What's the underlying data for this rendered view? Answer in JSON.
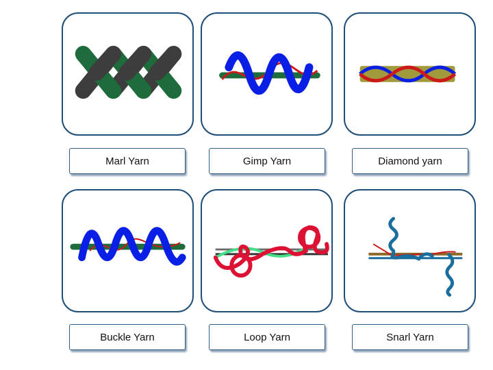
{
  "yarns": [
    {
      "label": "Marl Yarn"
    },
    {
      "label": "Gimp Yarn"
    },
    {
      "label": "Diamond yarn"
    },
    {
      "label": "Buckle Yarn"
    },
    {
      "label": "Loop Yarn"
    },
    {
      "label": "Snarl Yarn"
    }
  ],
  "colors": {
    "card_border": "#1f4e79",
    "green": "#1e6b3c",
    "dark_gray": "#3d3d3d",
    "blue": "#0a1fe6",
    "red": "#cc1a1a",
    "olive": "#a09a3c",
    "crimson": "#dd1133",
    "light_green": "#44dd88",
    "teal": "#1a6e9e",
    "brown": "#8b6a2a"
  }
}
